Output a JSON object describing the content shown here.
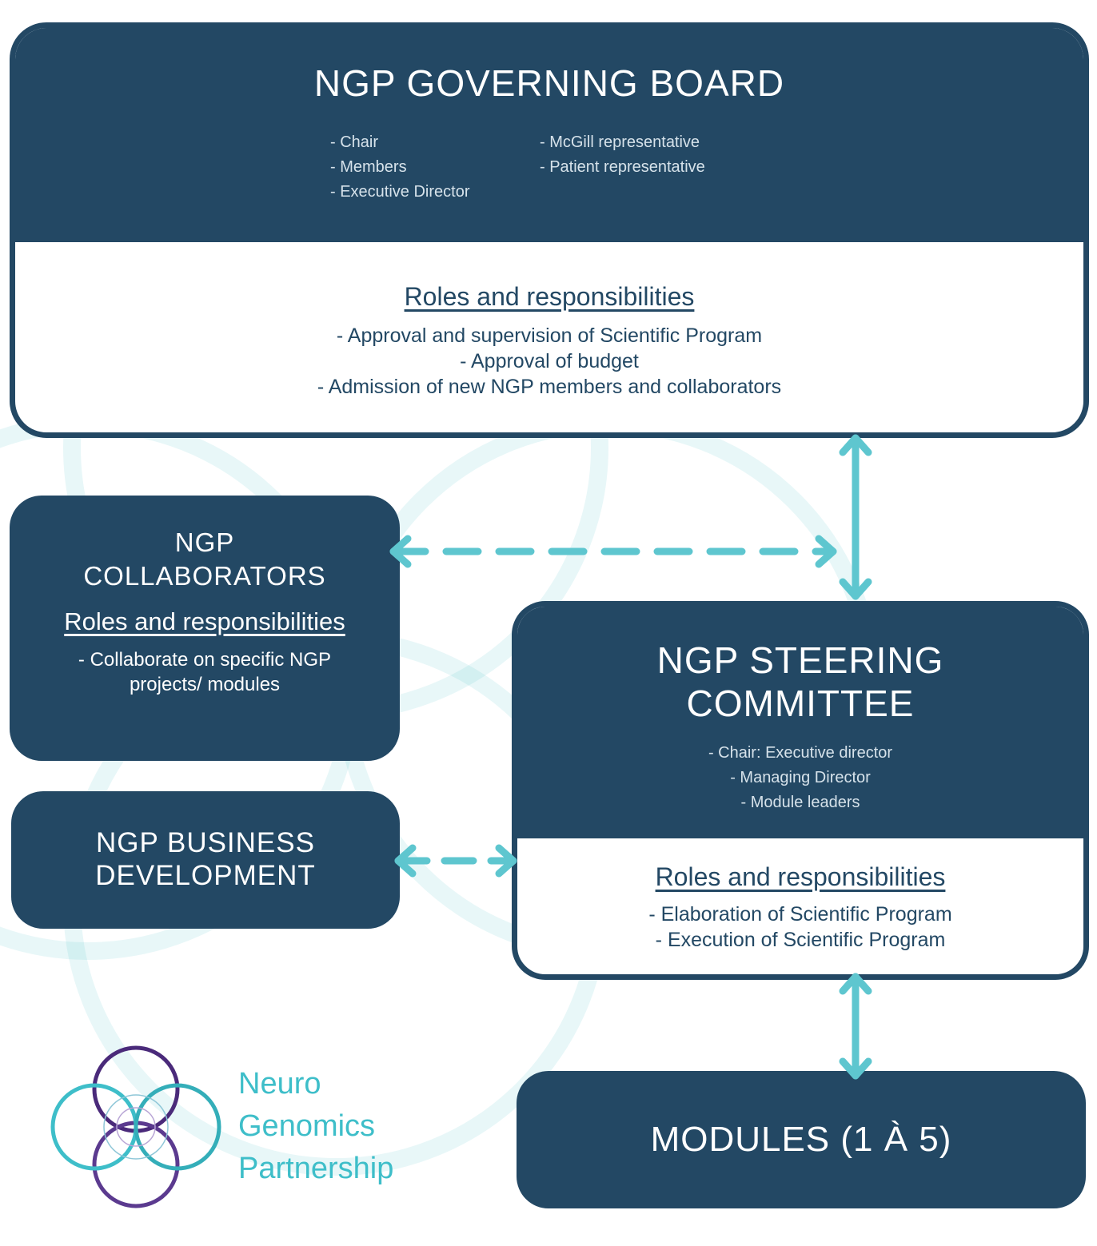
{
  "governing_board": {
    "title": "NGP GOVERNING BOARD",
    "members_left": [
      "- Chair",
      "- Members",
      "- Executive Director"
    ],
    "members_right": [
      "- McGill representative",
      "- Patient representative"
    ],
    "roles_title": "Roles and responsibilities",
    "roles": [
      "- Approval and supervision of Scientific Program",
      "- Approval of budget",
      "- Admission of new NGP members and collaborators"
    ]
  },
  "collaborators": {
    "title_line1": "NGP",
    "title_line2": "COLLABORATORS",
    "roles_title": "Roles and responsibilities",
    "roles": [
      "- Collaborate on specific NGP projects/ modules"
    ]
  },
  "business_development": {
    "title_line1": "NGP BUSINESS",
    "title_line2": "DEVELOPMENT"
  },
  "steering_committee": {
    "title_line1": "NGP STEERING",
    "title_line2": "COMMITTEE",
    "members": [
      "- Chair: Executive director",
      "- Managing Director",
      "- Module leaders"
    ],
    "roles_title": "Roles and responsibilities",
    "roles": [
      "- Elaboration of Scientific Program",
      "- Execution of Scientific Program"
    ]
  },
  "modules": {
    "title": "MODULES (1 À 5)"
  },
  "logo": {
    "line1": "Neuro",
    "line2": "Genomics",
    "line3": "Partnership"
  },
  "colors": {
    "navy": "#234864",
    "teal": "#3ebec9",
    "purple": "#4a2a7a",
    "arrow": "#5ec6cf"
  }
}
